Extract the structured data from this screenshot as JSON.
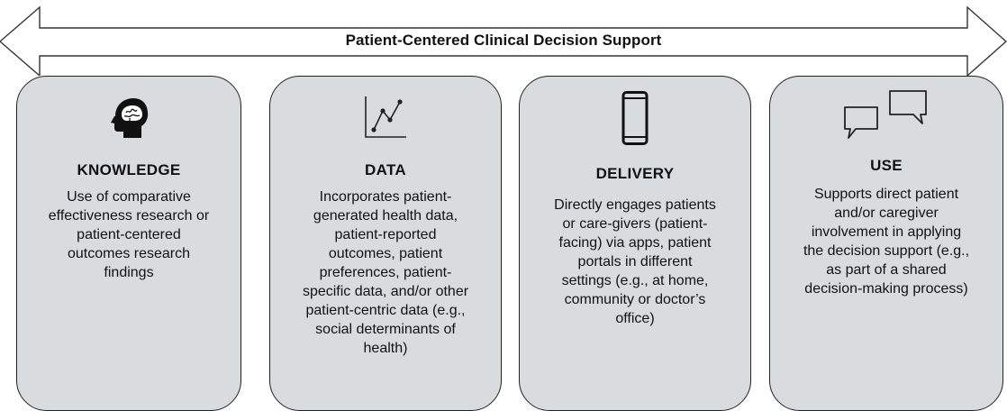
{
  "banner": {
    "title": "Patient-Centered Clinical Decision Support"
  },
  "cards": [
    {
      "icon": "head-brain-icon",
      "heading": "KNOWLEDGE",
      "body": "Use of comparative\neffectiveness research or\npatient-centered\noutcomes research\nfindings"
    },
    {
      "icon": "line-chart-icon",
      "heading": "DATA",
      "body": "Incorporates patient-\ngenerated health data,\npatient-reported\noutcomes, patient\npreferences, patient-\nspecific data, and/or other\npatient-centric data (e.g.,\nsocial determinants of\nhealth)"
    },
    {
      "icon": "smartphone-icon",
      "heading": "DELIVERY",
      "body": "Directly engages patients\nor care-givers (patient-\nfacing) via apps, patient\nportals in different\nsettings (e.g., at home,\ncommunity or doctor’s\noffice)"
    },
    {
      "icon": "speech-bubbles-icon",
      "heading": "USE",
      "body": "Supports direct patient\nand/or caregiver\ninvolvement in applying\nthe decision support (e.g.,\nas part of a shared\ndecision-making process)"
    }
  ]
}
